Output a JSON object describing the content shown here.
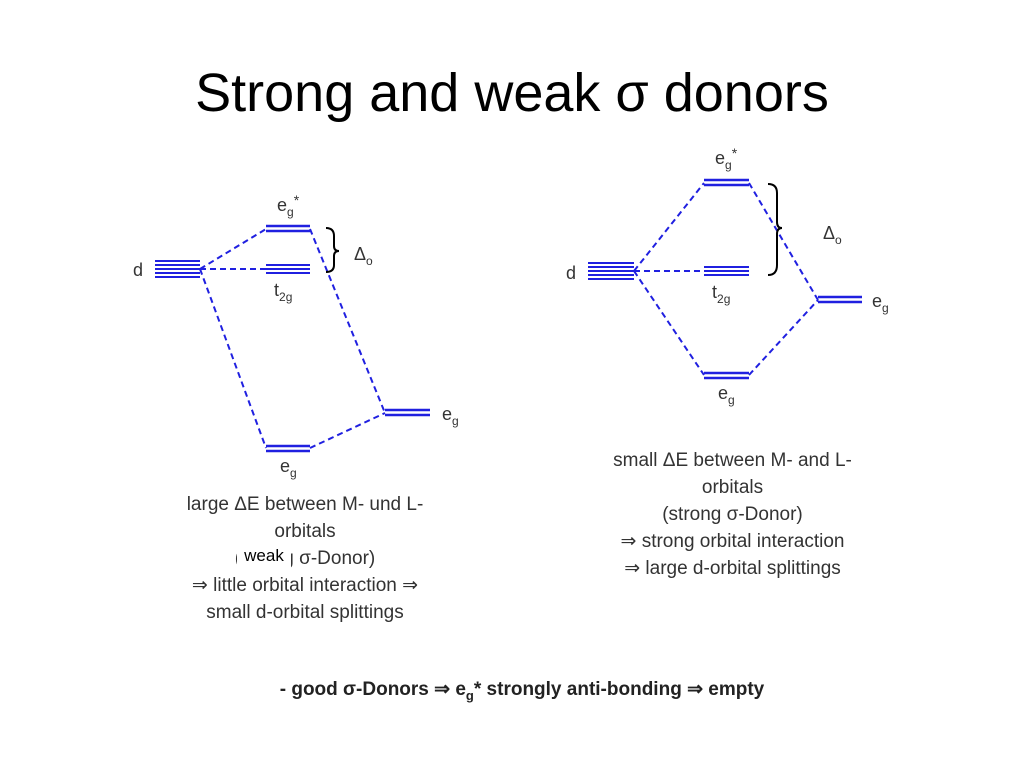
{
  "slide": {
    "title": "Strong and weak σ donors"
  },
  "left_diagram": {
    "d_label": "d",
    "eg_star_base": "e",
    "eg_star_sub": "g",
    "eg_star_sup": "*",
    "t2g_base": "t",
    "t2g_sub": "2g",
    "eg_right_base": "e",
    "eg_right_sub": "g",
    "eg_bottom_base": "e",
    "eg_bottom_sub": "g",
    "delta_base": "Δ",
    "delta_sub": "o",
    "caption": {
      "line1": "large ΔE between M- und L-",
      "line2": "orbitals",
      "line3": "(strong σ-Donor)",
      "line4": "⇒ little orbital interaction ⇒",
      "line5": "small d-orbital splittings"
    },
    "overlay_text": "weak"
  },
  "right_diagram": {
    "d_label": "d",
    "eg_star_base": "e",
    "eg_star_sub": "g",
    "eg_star_sup": "*",
    "t2g_base": "t",
    "t2g_sub": "2g",
    "eg_right_base": "e",
    "eg_right_sub": "g",
    "eg_bottom_base": "e",
    "eg_bottom_sub": "g",
    "delta_base": "Δ",
    "delta_sub": "o",
    "caption": {
      "line1": "small ΔE between M- and L-",
      "line2": "orbitals",
      "line3": "(strong σ-Donor)",
      "line4": "⇒ strong orbital interaction",
      "line5": "⇒ large d-orbital splittings"
    }
  },
  "footer": {
    "prefix": "- good σ-Donors ⇒ e",
    "sub": "g",
    "suffix": "* strongly anti-bonding ⇒  empty"
  },
  "colors": {
    "orbital_line": "#2020e0",
    "text": "#333333"
  }
}
